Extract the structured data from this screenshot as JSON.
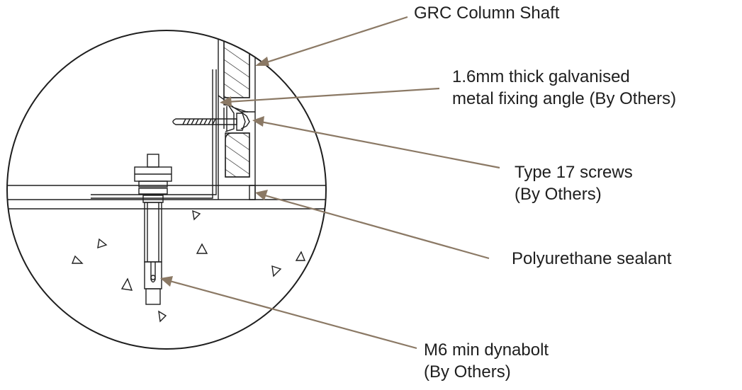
{
  "colors": {
    "linework": "#1e1e1e",
    "leader": "#8b7965",
    "background": "#ffffff"
  },
  "labels": {
    "grc_column_shaft": {
      "lines": [
        "GRC Column Shaft"
      ]
    },
    "fixing_angle": {
      "lines": [
        "1.6mm thick galvanised",
        "metal fixing angle (By Others)"
      ]
    },
    "screws": {
      "lines": [
        "Type 17 screws",
        "(By Others)"
      ]
    },
    "sealant": {
      "lines": [
        "Polyurethane sealant"
      ]
    },
    "dynabolt": {
      "lines": [
        "M6 min dynabolt",
        "(By Others)"
      ]
    }
  }
}
